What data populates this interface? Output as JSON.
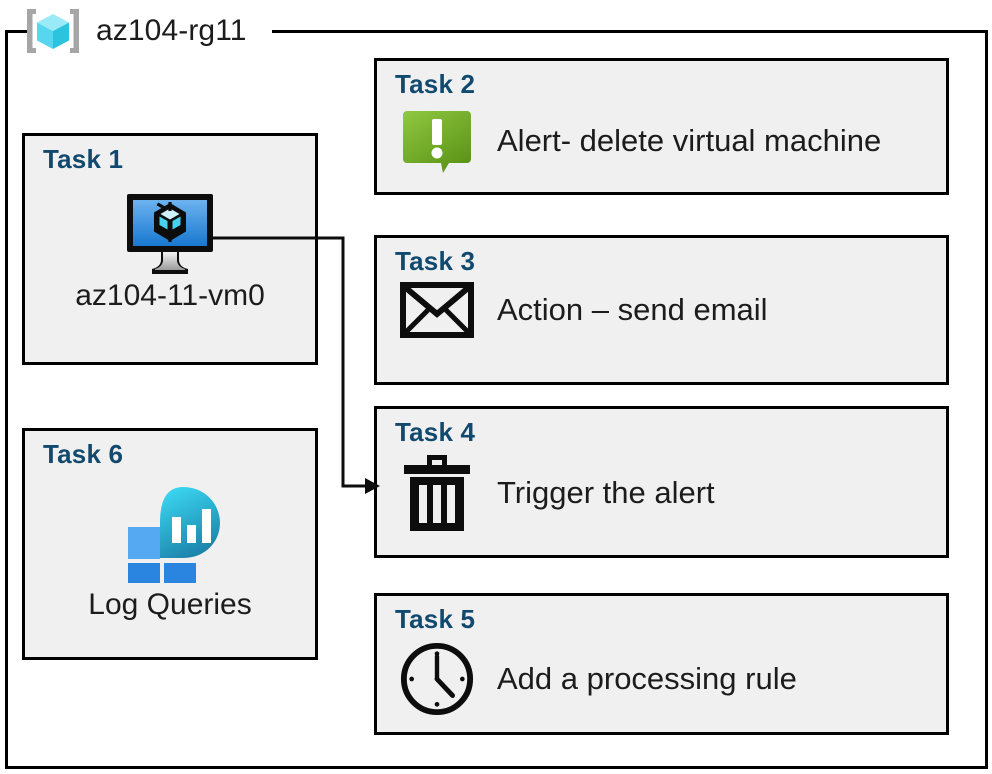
{
  "resource_group": {
    "name": "az104-rg11",
    "icon": "resource-group-cube-icon"
  },
  "colors": {
    "task_heading": "#11496f",
    "card_fill": "#f0f0f0",
    "card_border": "#000000",
    "frame_border": "#000000",
    "alert_green_light": "#86c232",
    "alert_green_dark": "#5a9216",
    "vm_blue_light": "#5ba3e8",
    "vm_blue_dark": "#1878d0",
    "log_square_light": "#50a6f0",
    "log_square_dark": "#2a85e0",
    "log_bubble_light": "#31ccea",
    "log_bubble_dark": "#1b7fa8",
    "rg_cube_top": "#9beaf8",
    "rg_cube_left": "#57d7ef",
    "rg_cube_right": "#2bc3de",
    "rg_bracket": "#a6a6a6",
    "icon_black": "#0d0d0d"
  },
  "cards": [
    {
      "id": "task1",
      "title": "Task 1",
      "caption": "az104-11-vm0",
      "icon": "virtual-machine-icon",
      "column": "left"
    },
    {
      "id": "task2",
      "title": "Task 2",
      "label": "Alert- delete virtual machine",
      "icon": "alert-bubble-icon",
      "column": "right"
    },
    {
      "id": "task3",
      "title": "Task 3",
      "label": "Action – send email",
      "icon": "envelope-icon",
      "column": "right"
    },
    {
      "id": "task4",
      "title": "Task 4",
      "label": "Trigger the alert",
      "icon": "trash-can-icon",
      "column": "right"
    },
    {
      "id": "task5",
      "title": "Task 5",
      "label": "Add a processing rule",
      "icon": "clock-icon",
      "column": "right"
    },
    {
      "id": "task6",
      "title": "Task 6",
      "caption": "Log Queries",
      "icon": "log-analytics-icon",
      "column": "left"
    }
  ],
  "connectors": [
    {
      "id": "vm-to-task4",
      "from": "task1-virtual-machine-icon",
      "to": "task4",
      "style": "orthogonal-arrow"
    }
  ]
}
